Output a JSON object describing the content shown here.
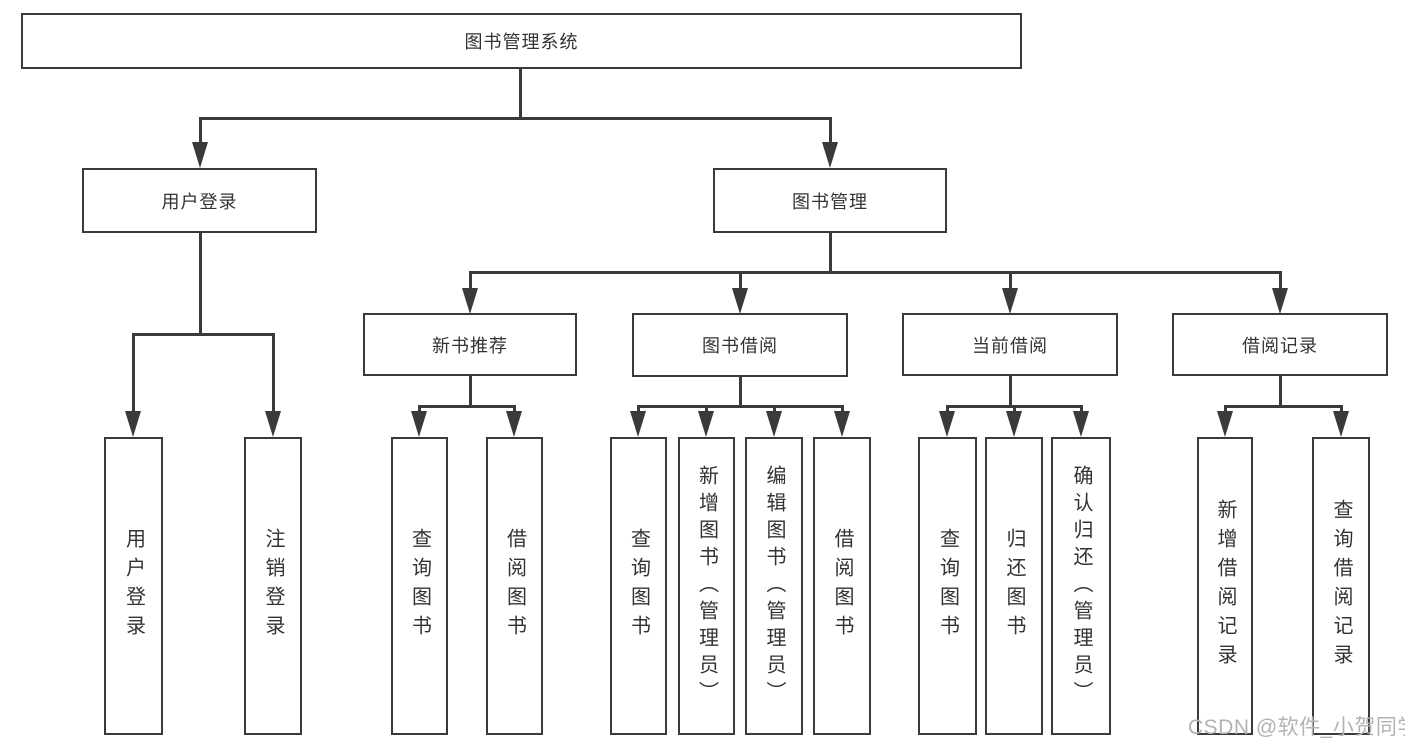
{
  "colors": {
    "line": "#3a3a3a",
    "text": "#333333",
    "box_fill": "#ffffff",
    "watermark": "#b3b3b3",
    "background": "#ffffff"
  },
  "watermark": {
    "text": "CSDN @软件_小贺同学"
  },
  "diagram": {
    "type": "hierarchy-tree",
    "title": "图书管理系统",
    "nodes": {
      "root": {
        "label": "图书管理系统"
      },
      "user_login_branch": {
        "label": "用户登录"
      },
      "book_mgmt": {
        "label": "图书管理"
      },
      "new_book_rec": {
        "label": "新书推荐"
      },
      "book_borrow": {
        "label": "图书借阅"
      },
      "current_borrow": {
        "label": "当前借阅"
      },
      "borrow_record": {
        "label": "借阅记录"
      },
      "leaf_login": {
        "label": "用户登录"
      },
      "leaf_logout": {
        "label": "注销登录"
      },
      "leaf_query_book_a": {
        "label": "查询图书"
      },
      "leaf_borrow_book_a": {
        "label": "借阅图书"
      },
      "leaf_query_book_b": {
        "label": "查询图书"
      },
      "leaf_add_book": {
        "label": "新增图书（管理员）"
      },
      "leaf_edit_book": {
        "label": "编辑图书（管理员）"
      },
      "leaf_borrow_book_b": {
        "label": "借阅图书"
      },
      "leaf_query_book_c": {
        "label": "查询图书"
      },
      "leaf_return_book": {
        "label": "归还图书"
      },
      "leaf_confirm_return": {
        "label": "确认归还（管理员）"
      },
      "leaf_add_record": {
        "label": "新增借阅记录"
      },
      "leaf_query_record": {
        "label": "查询借阅记录"
      }
    },
    "hierarchy": {
      "root": [
        "user_login_branch",
        "book_mgmt"
      ],
      "user_login_branch": [
        "leaf_login",
        "leaf_logout"
      ],
      "book_mgmt": [
        "new_book_rec",
        "book_borrow",
        "current_borrow",
        "borrow_record"
      ],
      "new_book_rec": [
        "leaf_query_book_a",
        "leaf_borrow_book_a"
      ],
      "book_borrow": [
        "leaf_query_book_b",
        "leaf_add_book",
        "leaf_edit_book",
        "leaf_borrow_book_b"
      ],
      "current_borrow": [
        "leaf_query_book_c",
        "leaf_return_book",
        "leaf_confirm_return"
      ],
      "borrow_record": [
        "leaf_add_record",
        "leaf_query_record"
      ]
    }
  }
}
